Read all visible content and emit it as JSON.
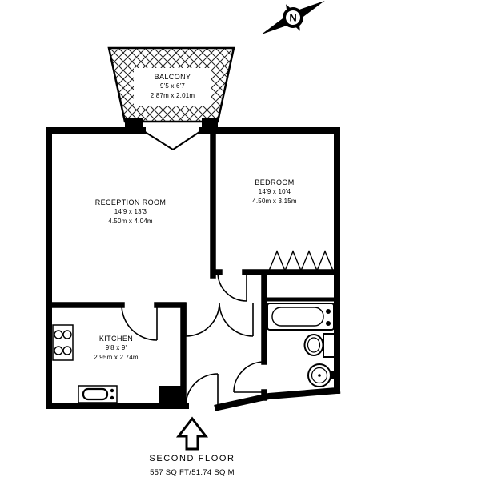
{
  "compass": {
    "label": "N"
  },
  "rooms": {
    "balcony": {
      "name": "BALCONY",
      "imperial": "9'5 x 6'7",
      "metric": "2.87m x 2.01m"
    },
    "reception": {
      "name": "RECEPTION ROOM",
      "imperial": "14'9 x 13'3",
      "metric": "4.50m x 4.04m"
    },
    "bedroom": {
      "name": "BEDROOM",
      "imperial": "14'9 x 10'4",
      "metric": "4.50m x 3.15m"
    },
    "kitchen": {
      "name": "KITCHEN",
      "imperial": "9'8 x 9'",
      "metric": "2.95m x 2.74m"
    }
  },
  "footer": {
    "floor_label": "SECOND FLOOR",
    "area_label": "557 SQ FT/51.74 SQ M"
  },
  "icons": {
    "compass": "compass-rose-icon",
    "entrance": "up-arrow-icon",
    "fixtures": [
      "hob-icon",
      "kitchen-sink-icon",
      "bathtub-icon",
      "toilet-icon",
      "basin-icon",
      "wardrobe-zigzag-icon"
    ]
  },
  "colors": {
    "wall": "#000000",
    "background": "#ffffff",
    "hatch": "#222222"
  }
}
